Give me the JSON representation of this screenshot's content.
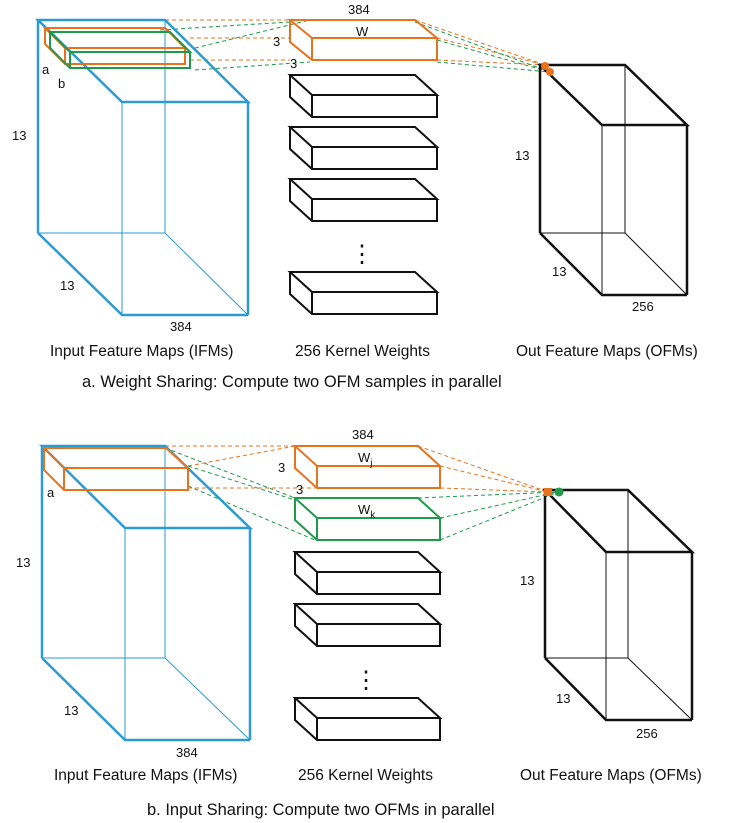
{
  "colors": {
    "ifm": "#2b9bd1",
    "orange": "#e8731e",
    "green": "#1f9a4a",
    "black": "#111111"
  },
  "panel_a": {
    "top_dim": "384",
    "kernel_W": "W",
    "depth3_top": "3",
    "depth3_side": "3",
    "label_a": "a",
    "label_b": "b",
    "ifm_height": "13",
    "ifm_depth": "13",
    "ifm_width": "384",
    "ofm_height": "13",
    "ofm_depth": "13",
    "ofm_width": "256",
    "ellipsis": "⋮",
    "caption_ifm": "Input Feature Maps (IFMs)",
    "caption_kernels": "256 Kernel Weights",
    "caption_ofm": "Out Feature Maps (OFMs)",
    "title": "a. Weight Sharing: Compute two OFM samples in parallel"
  },
  "panel_b": {
    "top_dim": "384",
    "kernel_Wj": "W",
    "kernel_Wj_sub": "j",
    "kernel_Wk": "W",
    "kernel_Wk_sub": "k",
    "depth3_top": "3",
    "depth3_side": "3",
    "label_a": "a",
    "ifm_height": "13",
    "ifm_depth": "13",
    "ifm_width": "384",
    "ofm_height": "13",
    "ofm_depth": "13",
    "ofm_width": "256",
    "ellipsis": "⋮",
    "caption_ifm": "Input Feature Maps (IFMs)",
    "caption_kernels": "256 Kernel Weights",
    "caption_ofm": "Out Feature Maps (OFMs)",
    "title": "b. Input Sharing: Compute two OFMs in parallel"
  }
}
